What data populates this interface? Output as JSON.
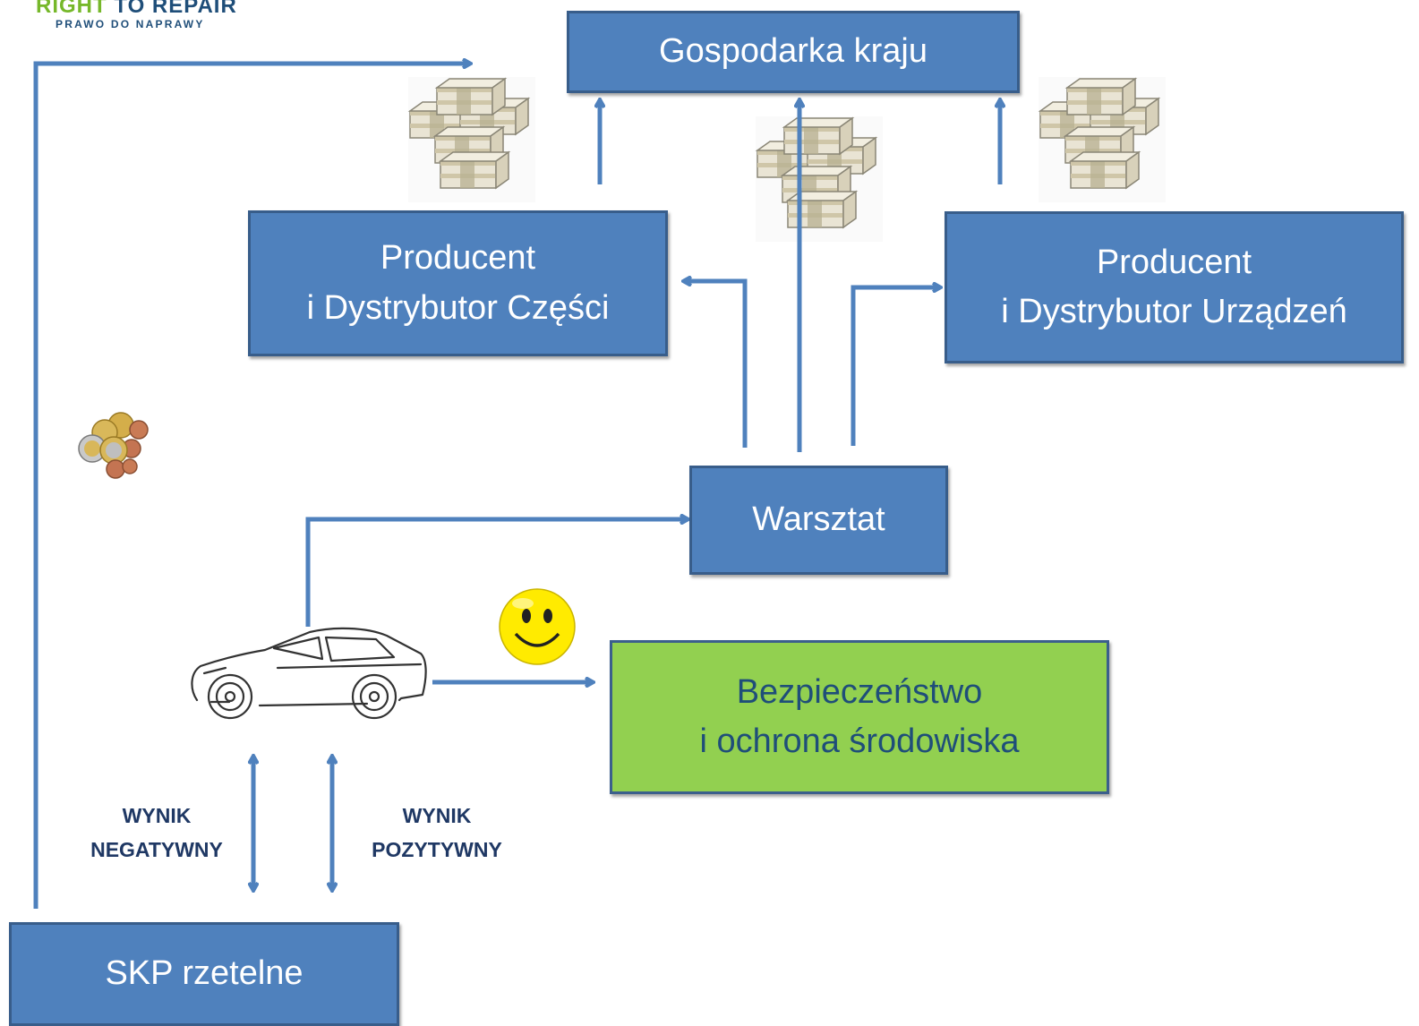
{
  "logo": {
    "line1": "RIGHT TO REPAIR",
    "line2": "PRAWO DO NAPRAWY"
  },
  "boxes": {
    "economy": "Gospodarka kraju",
    "parts": {
      "line1": "Producent",
      "line2": "i Dystrybutor Części"
    },
    "equipment": {
      "line1": "Producent",
      "line2": "i Dystrybutor Urządzeń"
    },
    "workshop": "Warsztat",
    "safety": {
      "line1": "Bezpieczeństwo",
      "line2": "i ochrona środowiska"
    },
    "skp": "SKP rzetelne"
  },
  "labels": {
    "negative": {
      "line1": "WYNIK",
      "line2": "NEGATYWNY"
    },
    "positive": {
      "line1": "WYNIK",
      "line2": "POZYTYWNY"
    }
  },
  "colors": {
    "box_blue": "#4f81bd",
    "box_border": "#385d8a",
    "safety_green": "#92d050",
    "arrow": "#4f81bd",
    "smiley": "#ffeb00"
  },
  "icons": [
    "money-stack-icon",
    "coins-icon",
    "car-icon",
    "smiley-icon"
  ]
}
